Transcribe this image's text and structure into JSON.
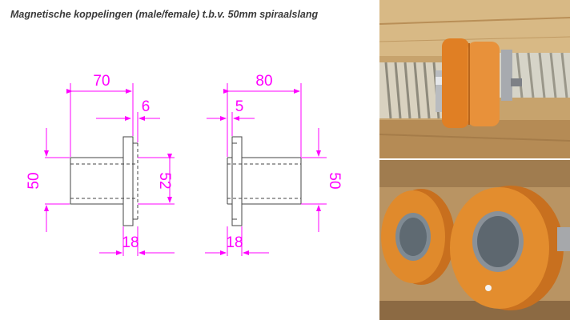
{
  "title": "Magnetische koppelingen (male/female) t.b.v. 50mm spiraalslang",
  "drawing": {
    "male": {
      "dims": {
        "length": "70",
        "flange": "6",
        "height": "50",
        "inner": "52",
        "thickness": "18"
      }
    },
    "female": {
      "dims": {
        "length": "80",
        "flange": "5",
        "height": "50",
        "thickness": "18"
      }
    }
  },
  "colors": {
    "dimension": "#ff00ff",
    "outline": "#444444",
    "coupling_orange": "#e6862a",
    "wood": "#c9a26a",
    "pipe_grey": "#5f6a72"
  },
  "photos": [
    {
      "subject": "coupling-on-hose-photo"
    },
    {
      "subject": "two-couplings-photo"
    }
  ]
}
